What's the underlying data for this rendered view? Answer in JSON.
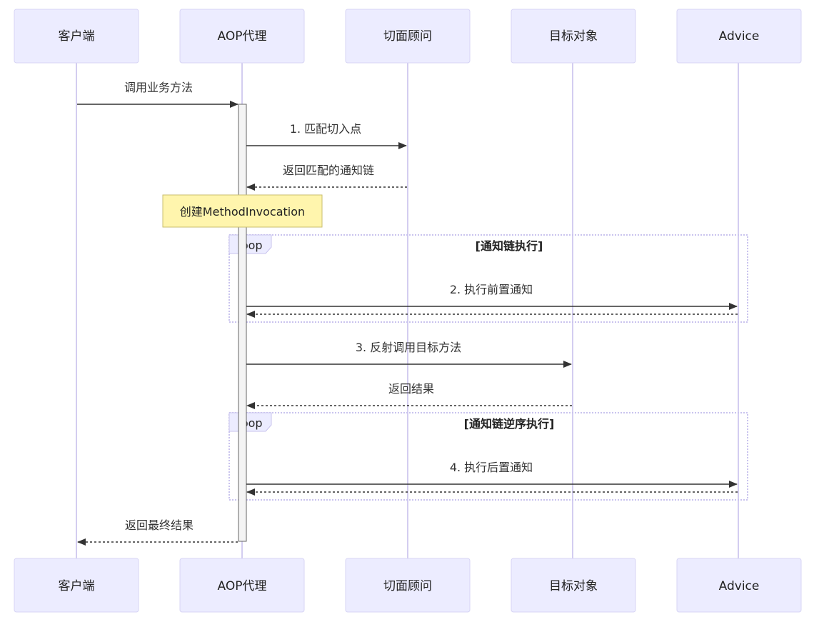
{
  "participants": [
    {
      "id": "client",
      "label": "客户端"
    },
    {
      "id": "proxy",
      "label": "AOP代理"
    },
    {
      "id": "advisor",
      "label": "切面顾问"
    },
    {
      "id": "target",
      "label": "目标对象"
    },
    {
      "id": "advice",
      "label": "Advice"
    }
  ],
  "messages": [
    {
      "id": "call-business-method",
      "from": "client",
      "to": "proxy",
      "label": "调用业务方法",
      "style": "solid"
    },
    {
      "id": "match-pointcut",
      "from": "proxy",
      "to": "advisor",
      "label": "1. 匹配切入点",
      "style": "solid"
    },
    {
      "id": "return-advice-chain",
      "from": "advisor",
      "to": "proxy",
      "label": "返回匹配的通知链",
      "style": "dashed"
    },
    {
      "id": "exec-before-advice",
      "from": "proxy",
      "to": "advice",
      "label": "2. 执行前置通知",
      "style": "solid"
    },
    {
      "id": "return-before-advice",
      "from": "advice",
      "to": "proxy",
      "label": "",
      "style": "dashed"
    },
    {
      "id": "reflect-invoke-target",
      "from": "proxy",
      "to": "target",
      "label": "3. 反射调用目标方法",
      "style": "solid"
    },
    {
      "id": "return-result",
      "from": "target",
      "to": "proxy",
      "label": "返回结果",
      "style": "dashed"
    },
    {
      "id": "exec-after-advice",
      "from": "proxy",
      "to": "advice",
      "label": "4. 执行后置通知",
      "style": "solid"
    },
    {
      "id": "return-after-advice",
      "from": "advice",
      "to": "proxy",
      "label": "",
      "style": "dashed"
    },
    {
      "id": "return-final-result",
      "from": "proxy",
      "to": "client",
      "label": "返回最终结果",
      "style": "dashed"
    }
  ],
  "notes": [
    {
      "id": "create-method-invocation",
      "over": "proxy",
      "label": "创建MethodInvocation"
    }
  ],
  "loops": [
    {
      "id": "advice-chain-loop",
      "keyword": "loop",
      "condition": "[通知链执行]"
    },
    {
      "id": "reverse-advice-chain-loop",
      "keyword": "loop",
      "condition": "[通知链逆序执行]"
    }
  ],
  "colors": {
    "actor_fill": "#ececff",
    "actor_border": "#d7d4f4",
    "lifeline": "#d3cdf0",
    "arrow": "#333333",
    "note_fill": "#fff5ad",
    "note_border": "#c9be6e",
    "loop_border": "#c9c3ee"
  }
}
